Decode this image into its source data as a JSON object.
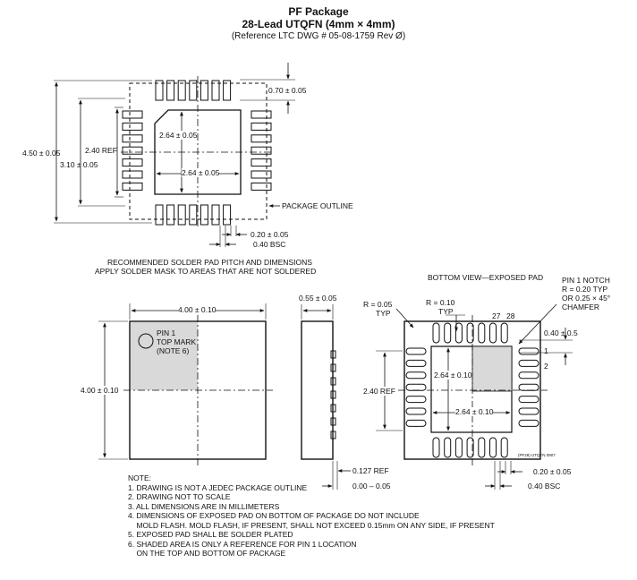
{
  "header": {
    "title": "PF Package",
    "subtitle": "28-Lead UTQFN (4mm × 4mm)",
    "reference": "(Reference LTC DWG # 05-08-1759 Rev Ø)"
  },
  "footprint": {
    "dim_pad_length": "0.70 ± 0.05",
    "dim_pad_center_v": "2.64 ± 0.05",
    "dim_pad_center_h": "2.64 ± 0.05",
    "dim_overall": "4.50 ± 0.05",
    "dim_ref": "2.40 REF",
    "dim_inner": "3.10 ± 0.05",
    "package_outline_label": "PACKAGE OUTLINE",
    "dim_pad_width": "0.20 ± 0.05",
    "dim_pitch": "0.40 BSC",
    "caption_line1": "RECOMMENDED SOLDER PAD PITCH AND DIMENSIONS",
    "caption_line2": "APPLY SOLDER MASK TO AREAS THAT ARE NOT SOLDERED"
  },
  "top_view": {
    "dim_width": "4.00 ± 0.10",
    "dim_height": "4.00 ± 0.10",
    "pin1_label_line1": "PIN 1",
    "pin1_label_line2": "TOP MARK",
    "pin1_label_line3": "(NOTE 6)"
  },
  "side_view": {
    "dim_thickness": "0.55 ± 0.05",
    "dim_ref": "0.127 REF",
    "dim_standoff": "0.00 – 0.05"
  },
  "bottom_view": {
    "title": "BOTTOM VIEW—EXPOSED PAD",
    "r_corner_line1": "R = 0.05",
    "r_corner_line2": "TYP",
    "r_pad_line1": "R = 0.10",
    "r_pad_line2": "TYP",
    "pin_27": "27",
    "pin_28": "28",
    "notch_line1": "PIN 1 NOTCH",
    "notch_line2": "R = 0.20 TYP",
    "notch_line3": "OR 0.25 × 45°",
    "notch_line4": "CHAMFER",
    "dim_pad_length": "0.40 ± 0.5",
    "pin_1": "1",
    "pin_2": "2",
    "dim_ref": "2.40 REF",
    "dim_pad_v": "2.64 ± 0.10",
    "dim_pad_h": "2.64 ± 0.10",
    "drawing_code": "(PF28) UTQFN 0907",
    "dim_pad_width": "0.20 ± 0.05",
    "dim_pitch": "0.40 BSC"
  },
  "notes": {
    "heading": "NOTE:",
    "items": [
      "1. DRAWING IS NOT A JEDEC PACKAGE OUTLINE",
      "2. DRAWING NOT TO SCALE",
      "3. ALL DIMENSIONS ARE IN MILLIMETERS",
      "4. DIMENSIONS OF EXPOSED PAD ON BOTTOM OF PACKAGE DO NOT INCLUDE",
      "    MOLD FLASH. MOLD FLASH, IF PRESENT, SHALL NOT EXCEED 0.15mm ON ANY SIDE, IF PRESENT",
      "5. EXPOSED PAD SHALL BE SOLDER PLATED",
      "6. SHADED AREA IS ONLY A REFERENCE FOR PIN 1 LOCATION",
      "    ON THE TOP AND BOTTOM OF PACKAGE"
    ]
  },
  "colors": {
    "line": "#111111",
    "shade": "#d9d9d9"
  }
}
